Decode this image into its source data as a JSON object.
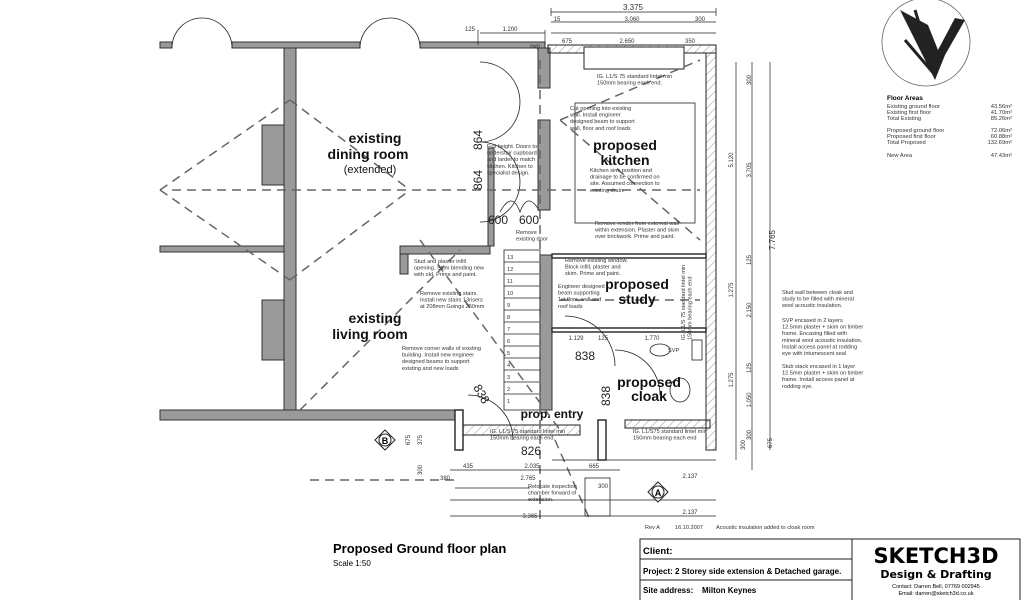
{
  "title": "Proposed Ground floor plan",
  "scale": "Scale 1:50",
  "rooms": {
    "dining": [
      "existing",
      "dining room"
    ],
    "dining_sub": "(extended)",
    "living": [
      "existing",
      "living room"
    ],
    "kitchen": [
      "proposed",
      "kitchen"
    ],
    "study": [
      "proposed",
      "study"
    ],
    "cloak": [
      "proposed",
      "cloak"
    ],
    "entry": "prop. entry"
  },
  "door_widths": {
    "d864a": "864",
    "d864b": "864",
    "d600a": "600",
    "d600b": "600",
    "d838a": "838",
    "d838b": "838",
    "d838c": "838",
    "d826": "826"
  },
  "notes": {
    "lintel_top": [
      "IG. L1/S 75 standard lintel min",
      "150mm bearing each end."
    ],
    "cut_opening": [
      "Cut opening into existing",
      "wall. Install engineer",
      "designed beam to support",
      "wall, floor and roof loads"
    ],
    "kitchen_sink": [
      "Kitchen sink position and",
      "drainage to be confirmed on",
      "site. Assumed connection to",
      "existing drain."
    ],
    "full_height": [
      "Full height. Doors to",
      "understair cupboard",
      "and larder to match",
      "kitchen. Kitchen to",
      "specialist design."
    ],
    "remove_door": [
      "Remove",
      "existing door"
    ],
    "remove_render": [
      "Remove render from external wall",
      "within extension. Plaster and skim",
      "over brickwork. Prime and paint."
    ],
    "stud_infill": [
      "Stud and plaster infill",
      "opening. Skim blending new",
      "with old. Prime and paint."
    ],
    "remove_window": [
      "Remove existing window.",
      "Block infill, plaster and",
      "skim. Prime and paint."
    ],
    "remove_stairs": [
      "Remove existing stairs.",
      "Install new stairs 13risers",
      "at 208mm Goings 250mm"
    ],
    "engineer_beam": [
      "Engineer designed",
      "beam supporting",
      "1st floor, wall and",
      "roof loads"
    ],
    "remove_corner": [
      "Remove corner walls of existing",
      "building. Install new engineer",
      "designed beams to support",
      "existing and new loads"
    ],
    "lintel_bottom_left": [
      "IG. L1/S 75 standard lintel min",
      "150mm bearing each end."
    ],
    "lintel_bottom_right": [
      "IG. L1/S75 standard lintel min",
      "150mm bearing each end"
    ],
    "lintel_side": [
      "IG. L1/S 75 standard lintel min",
      "150mm bearing each end"
    ],
    "relocate": [
      "Relocate inspection",
      "chamber forward of",
      "extension."
    ],
    "stud_wall": [
      "Stud wall between cloak and",
      "study to be filled with mineral",
      "wool acoustic insulation."
    ],
    "svp": [
      "SVP encased in 2 layers",
      "12.5mm plaster + skim on timber",
      "frame. Encasing filled with",
      "mineral wool acoustic insulation.",
      "Install access panel at rodding",
      "eye with intumescent seal"
    ],
    "stub_stack": [
      "Stub stack encased in 1 layer",
      "12.5mm plaster + skim on timber",
      "frame. Install access panel at",
      "rodding eye."
    ],
    "svp_label": "SVP"
  },
  "stair_numbers": [
    "13",
    "12",
    "11",
    "10",
    "9",
    "8",
    "7",
    "6",
    "5",
    "4",
    "3",
    "2",
    "1"
  ],
  "dimensions": {
    "top_total": "3.375",
    "top_15": "15",
    "top_3060": "3.060",
    "top_300": "300",
    "top_125": "125",
    "top_1200": "1.200",
    "top_675": "675",
    "top_2650": "2.650",
    "top_350": "350",
    "right_total": "7.765",
    "right_300": "300",
    "right_3705": "3.705",
    "right_125a": "125",
    "right_2150": "2.150",
    "right_125b": "125",
    "right_1050": "1.050",
    "right_300b": "300",
    "right_675": "675",
    "right_inner_a": "5.120",
    "right_inner_b": "1.275",
    "right_inner_c": "1.275",
    "study_1129": "1.129",
    "study_125": "125",
    "study_1770": "1.770",
    "bot_300": "300",
    "bot_375": "375",
    "bot_675": "675",
    "bot_300b": "300",
    "bot_a": "435",
    "bot_2035": "2.035",
    "bot_665": "665",
    "bot_2765": "2.765",
    "bot_380": "380",
    "bot_3365": "3.365",
    "bot_2137a": "2.137",
    "bot_2137b": "2.137",
    "bot_300c": "300",
    "rwp": "rwp"
  },
  "sections": {
    "a": "A",
    "b": "B"
  },
  "floor_areas": {
    "heading": "Floor Areas",
    "rows": [
      {
        "label": "Existing ground floor",
        "value": "43.56m²"
      },
      {
        "label": "Existing first floor",
        "value": "41.70m²"
      },
      {
        "label": "Total Existing",
        "value": "85.26m²"
      },
      {
        "label": "Proposed ground floor",
        "value": "72.06m²"
      },
      {
        "label": "Proposed first floor",
        "value": "60.88m²"
      },
      {
        "label": "Total Proposed",
        "value": "132.69m²"
      },
      {
        "label": "New Area",
        "value": "47.43m²"
      }
    ]
  },
  "revision": {
    "rev": "Rev A",
    "date": "16.10.2007",
    "desc": "Acoustic insulation added to cloak room"
  },
  "title_block": {
    "client": "Client:",
    "project": "Project: 2 Storey side extension & Detached garage.",
    "site_label": "Site address:",
    "site_value": "Milton Keynes",
    "logo": "SKETCH3D",
    "logo_sub": "Design & Drafting",
    "contact": "Contact: Darren Bell, 07769 002945",
    "email": "Email: darren@sketch3d.co.uk"
  }
}
